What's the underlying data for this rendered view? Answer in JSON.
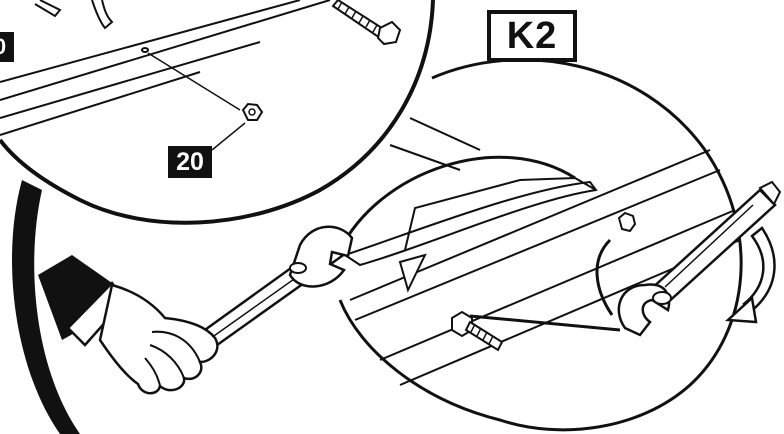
{
  "callouts": {
    "part_number_nut": "20",
    "part_number_cutoff": "0",
    "detail_view": "K2"
  },
  "icons": [
    "hex-nut-icon",
    "hex-bolt-icon",
    "wrench-icon",
    "rotation-arrow-icon",
    "hand-icon"
  ],
  "colors": {
    "ink": "#111111",
    "paper": "#ffffff"
  }
}
